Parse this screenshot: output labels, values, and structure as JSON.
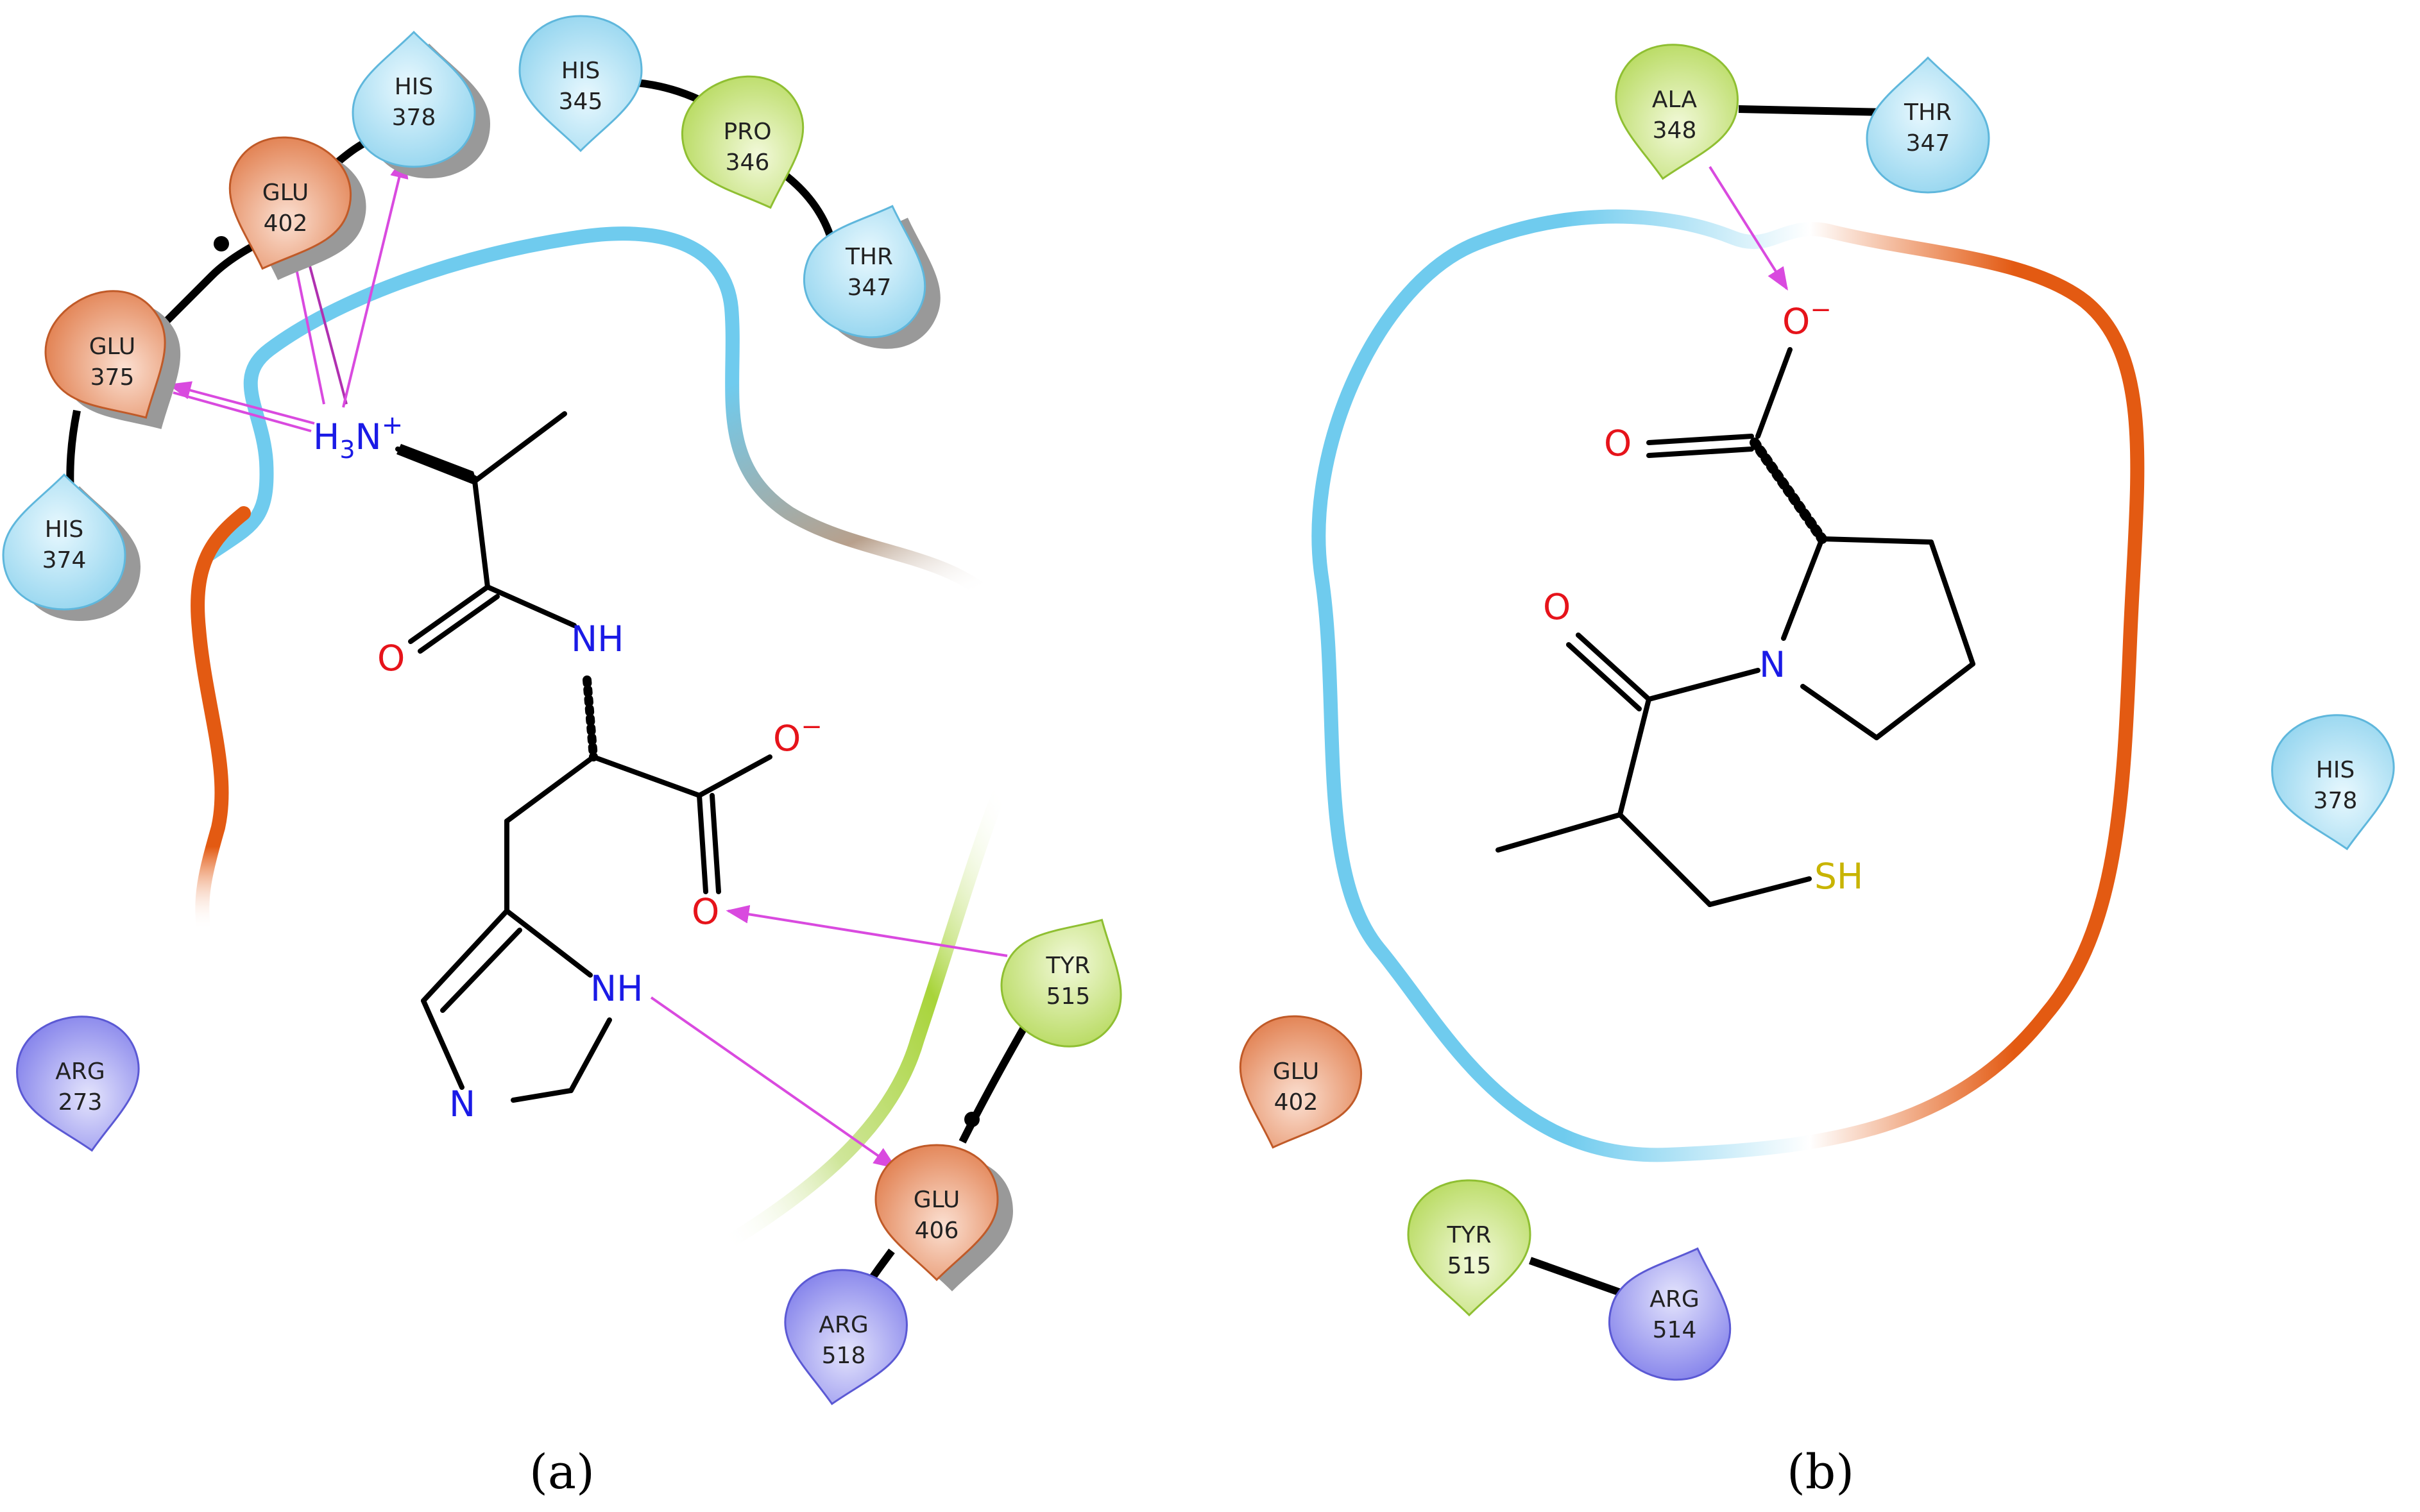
{
  "colors": {
    "basic": "#9fdcf2",
    "hydrophobic": "#c9e585",
    "acidic": "#e8895c",
    "positive": "#8f8ef0",
    "hbond": "#d94adf",
    "bond": "#000000",
    "nitrogen": "#1a1ae6",
    "oxygen": "#e6131a",
    "sulfur": "#c8b400"
  },
  "panel_a": {
    "caption": "(a)",
    "residues": [
      {
        "name": "HIS",
        "num": "378",
        "type": "basic"
      },
      {
        "name": "HIS",
        "num": "345",
        "type": "basic"
      },
      {
        "name": "PRO",
        "num": "346",
        "type": "hydrophobic"
      },
      {
        "name": "THR",
        "num": "347",
        "type": "basic"
      },
      {
        "name": "GLU",
        "num": "402",
        "type": "acidic"
      },
      {
        "name": "GLU",
        "num": "375",
        "type": "acidic"
      },
      {
        "name": "HIS",
        "num": "374",
        "type": "basic"
      },
      {
        "name": "ARG",
        "num": "273",
        "type": "positive"
      },
      {
        "name": "TYR",
        "num": "515",
        "type": "hydrophobic"
      },
      {
        "name": "GLU",
        "num": "406",
        "type": "acidic"
      },
      {
        "name": "ARG",
        "num": "518",
        "type": "positive"
      }
    ],
    "atoms": {
      "h3n": "H",
      "h3n_sub": "3",
      "h3n_n": "N",
      "h3n_sup": "+",
      "amide_o": "O",
      "amide_nh": "NH",
      "carboxyl_o_minus": "O",
      "carboxyl_minus": "−",
      "carboxyl_o": "O",
      "imid_nh": "NH",
      "imid_n": "N"
    }
  },
  "panel_b": {
    "caption": "(b)",
    "residues": [
      {
        "name": "ALA",
        "num": "348",
        "type": "hydrophobic"
      },
      {
        "name": "THR",
        "num": "347",
        "type": "basic"
      },
      {
        "name": "HIS",
        "num": "378",
        "type": "basic"
      },
      {
        "name": "GLU",
        "num": "402",
        "type": "acidic"
      },
      {
        "name": "TYR",
        "num": "515",
        "type": "hydrophobic"
      },
      {
        "name": "ARG",
        "num": "514",
        "type": "positive"
      }
    ],
    "atoms": {
      "carboxyl_o_minus": "O",
      "carboxyl_minus": "−",
      "carboxyl_o": "O",
      "ring_n": "N",
      "acyl_o": "O",
      "thiol": "SH"
    }
  }
}
